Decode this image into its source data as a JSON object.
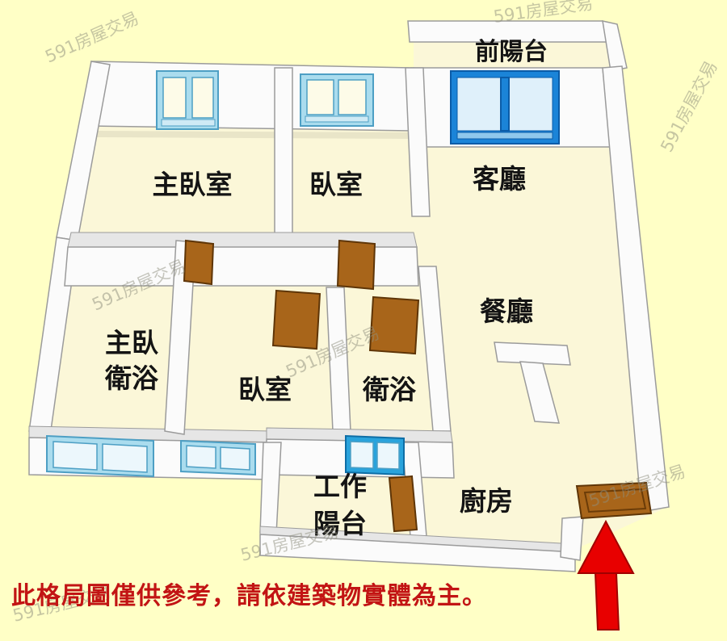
{
  "labels": {
    "front_balcony": "前陽台",
    "master_bedroom": "主臥室",
    "bedroom_top": "臥室",
    "living_room": "客廳",
    "dining_room": "餐廳",
    "master_bath": [
      "主臥",
      "衛浴"
    ],
    "bedroom_mid": "臥室",
    "bathroom": "衛浴",
    "work_balcony": [
      "工作",
      "陽台"
    ],
    "kitchen": "廚房"
  },
  "disclaimer": "此格局圖僅供參考，請依建築物實體為主。",
  "watermark": "591房屋交易",
  "entrance": {
    "arrow_meaning": "entrance"
  },
  "colors": {
    "background": "#ffffc6",
    "floor": "#fbf7d8",
    "wall": "#fbfbfb",
    "window_light_frame": "#aadcee",
    "window_blue_frame": "#1b84d8",
    "door_brown": "#a8651a",
    "arrow_red": "#e80000",
    "disclaimer_red": "#c21414",
    "label_black": "#141414"
  }
}
